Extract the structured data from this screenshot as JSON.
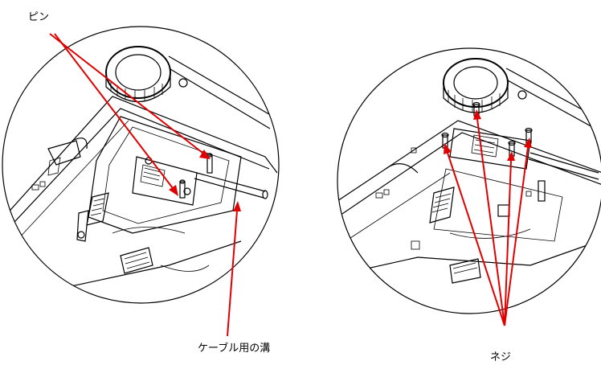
{
  "labels": {
    "pin": "ピン",
    "cable_groove": "ケーブル用の溝",
    "screw": "ネジ"
  },
  "colors": {
    "arrow": "#e00000",
    "line": "#000000",
    "background": "#ffffff"
  }
}
